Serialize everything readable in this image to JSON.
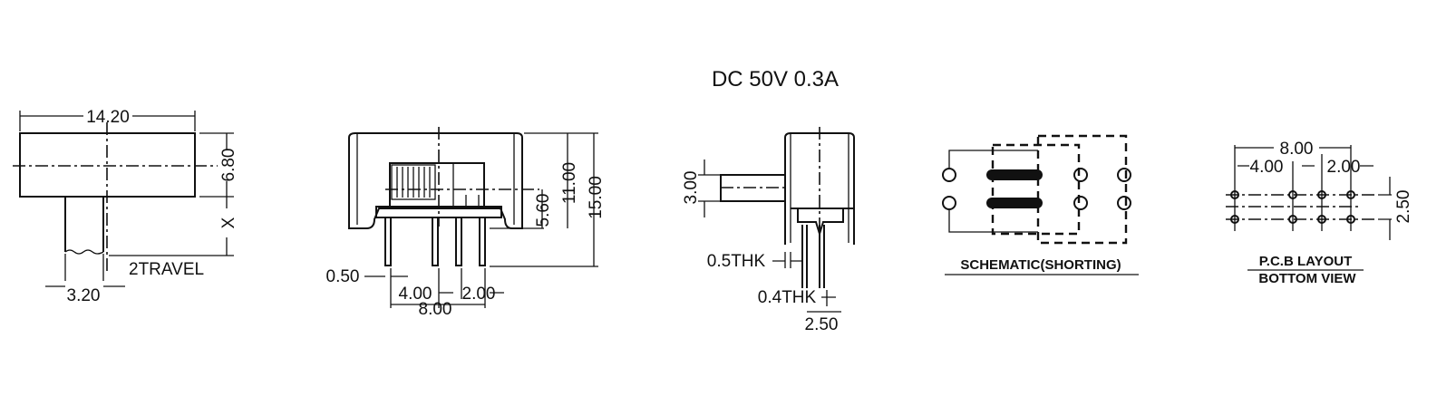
{
  "title": "DC  50V  0.3A",
  "front_view": {
    "width": "14.20",
    "height": "6.80",
    "x_dim": "X",
    "travel": "2TRAVEL",
    "stem_width": "3.20"
  },
  "side_view": {
    "pin_thk": "0.50",
    "pitch_a": "4.00",
    "pitch_b": "2.00",
    "span": "8.00",
    "h1": "5.60",
    "h2": "11.00",
    "h3": "15.00"
  },
  "end_view": {
    "shaft": "3.00",
    "frame_thk": "0.5THK",
    "pin_thk": "0.4THK",
    "pitch": "2.50"
  },
  "schematic": {
    "label": "SCHEMATIC(SHORTING)"
  },
  "pcb": {
    "span": "8.00",
    "pitch_a": "4.00",
    "pitch_b": "2.00",
    "row_pitch": "2.50",
    "label1": "P.C.B LAYOUT",
    "label2": "BOTTOM VIEW"
  }
}
